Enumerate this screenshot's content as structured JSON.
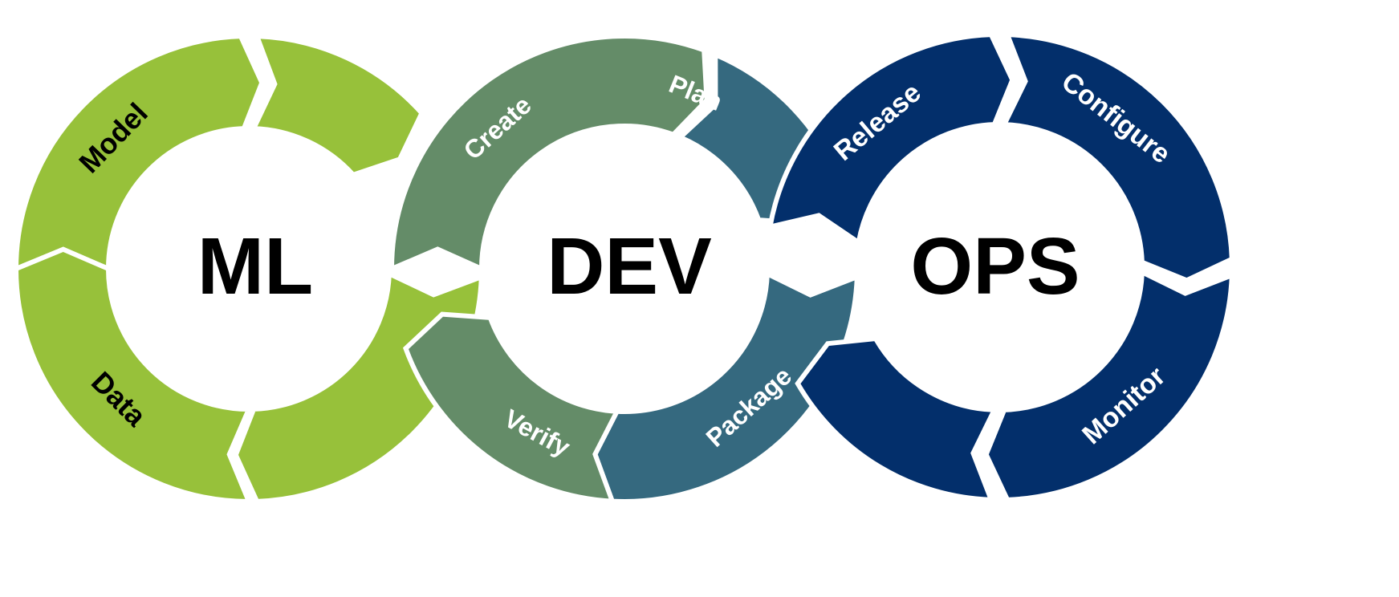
{
  "diagram": {
    "colors": {
      "ml": "#97c13a",
      "dev_create": "#648c68",
      "dev_plan": "#35697f",
      "ops": "#032f6b",
      "gap": "#ffffff",
      "center_text": "#000000"
    },
    "circles": [
      {
        "key": "ml",
        "center_label": "ML",
        "segments": [
          {
            "label": "Model",
            "color_key": "ml",
            "text_color": "#000000"
          },
          {
            "label": "Data",
            "color_key": "ml",
            "text_color": "#000000"
          }
        ]
      },
      {
        "key": "dev",
        "center_label": "DEV",
        "segments": [
          {
            "label": "Create",
            "color_key": "dev_create",
            "text_color": "#ffffff"
          },
          {
            "label": "Plan",
            "color_key": "dev_plan",
            "text_color": "#ffffff"
          },
          {
            "label": "Package",
            "color_key": "dev_plan",
            "text_color": "#ffffff"
          },
          {
            "label": "Verify",
            "color_key": "dev_create",
            "text_color": "#ffffff"
          }
        ]
      },
      {
        "key": "ops",
        "center_label": "OPS",
        "segments": [
          {
            "label": "Release",
            "color_key": "ops",
            "text_color": "#ffffff"
          },
          {
            "label": "Configure",
            "color_key": "ops",
            "text_color": "#ffffff"
          },
          {
            "label": "Monitor",
            "color_key": "ops",
            "text_color": "#ffffff"
          }
        ]
      }
    ]
  }
}
